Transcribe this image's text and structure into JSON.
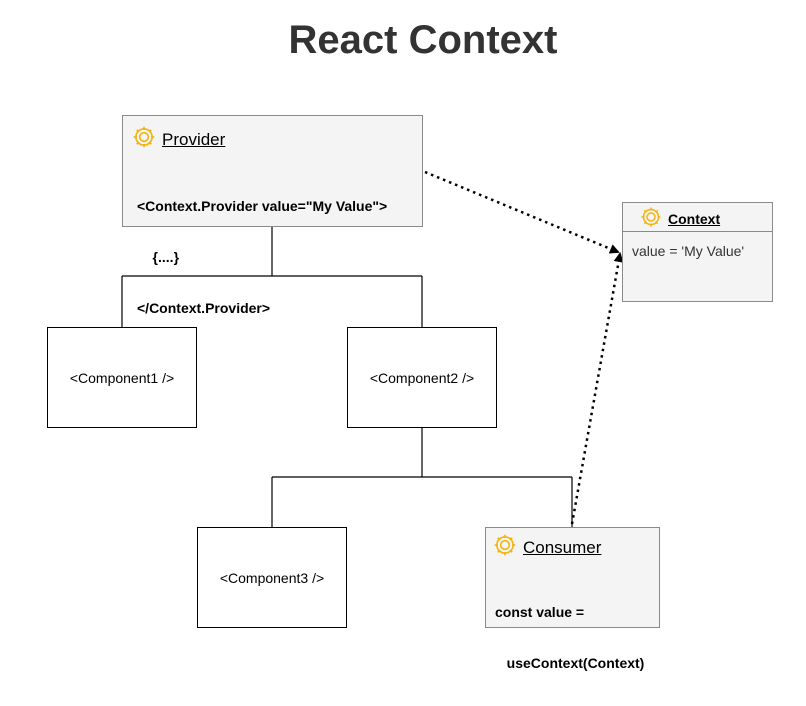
{
  "title": "React Context",
  "provider": {
    "name": "Provider",
    "code": [
      "<Context.Provider value=\"My Value\">",
      "    {....}",
      "</Context.Provider>"
    ]
  },
  "context": {
    "name": "Context",
    "value": "value = 'My Value'"
  },
  "components": {
    "c1": "<Component1 />",
    "c2": "<Component2 />",
    "c3": "<Component3 />"
  },
  "consumer": {
    "name": "Consumer",
    "code": [
      "const value =",
      "   useContext(Context)"
    ]
  },
  "colors": {
    "gear": "#f2b50f",
    "card_bg": "#f4f4f4",
    "card_border": "#8a8a8a"
  }
}
